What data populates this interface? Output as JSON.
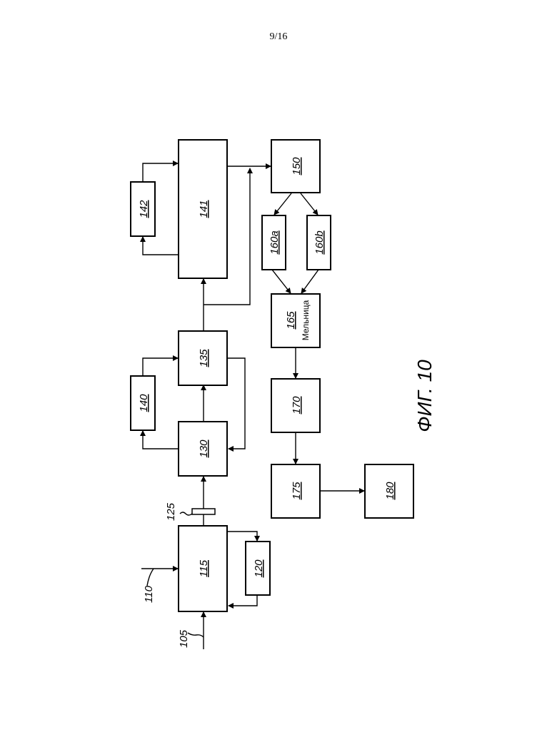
{
  "page": {
    "number": "9/16"
  },
  "figure": {
    "caption": "ФИГ. 10"
  },
  "blocks": {
    "b115": "115",
    "b120": "120",
    "b130": "130",
    "b135": "135",
    "b140": "140",
    "b141": "141",
    "b142": "142",
    "b150": "150",
    "b160a": "160a",
    "b160b": "160b",
    "b165": "165",
    "b165_sub": "Мельница",
    "b170": "170",
    "b175": "175",
    "b180": "180"
  },
  "references": {
    "r105": "105",
    "r110": "110",
    "r125": "125"
  }
}
